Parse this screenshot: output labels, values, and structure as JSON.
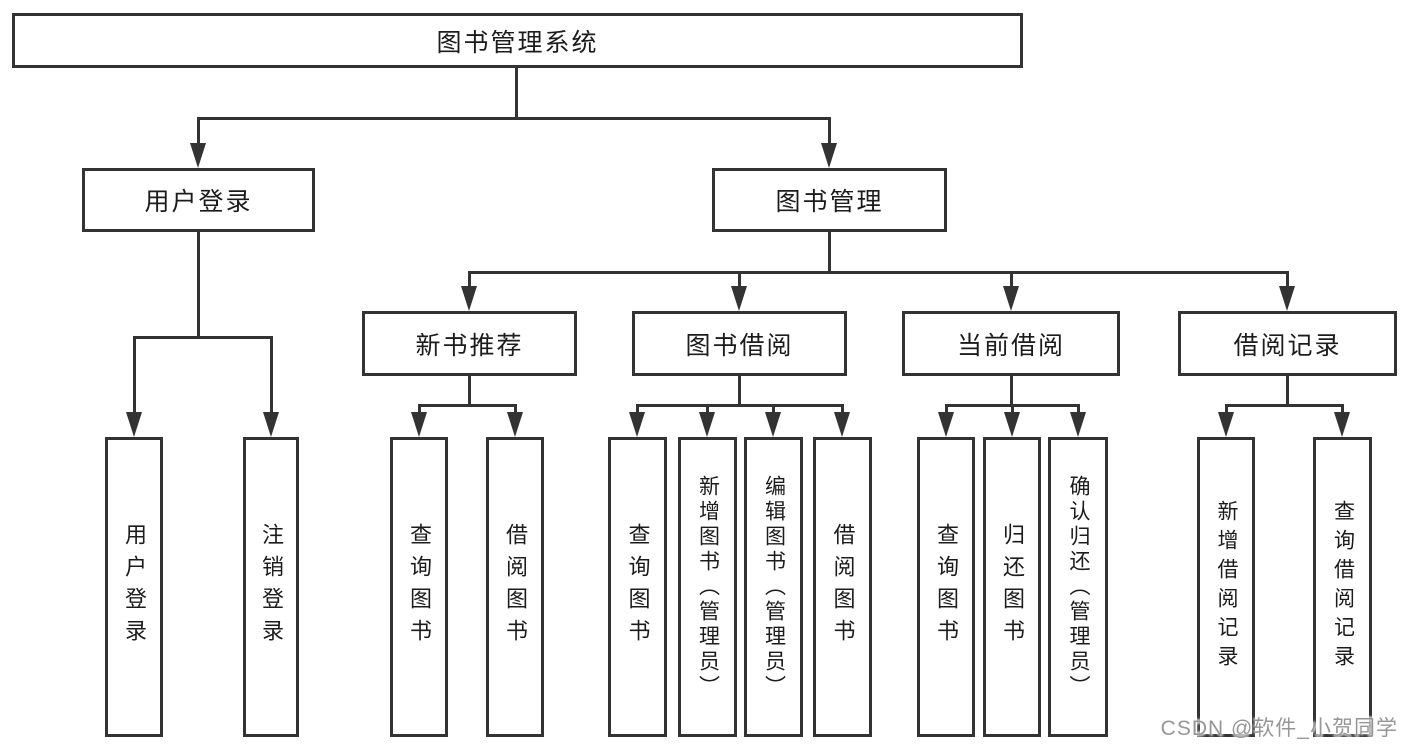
{
  "diagram": {
    "nodes": {
      "root": "图书管理系统",
      "level2": [
        "用户登录",
        "图书管理"
      ],
      "level3": [
        "新书推荐",
        "图书借阅",
        "当前借阅",
        "借阅记录"
      ],
      "leaves_user_login": [
        "用户登录",
        "注销登录"
      ],
      "leaves_new_book": [
        "查询图书",
        "借阅图书"
      ],
      "leaves_book_borrow": [
        "查询图书",
        "新增图书（管理员）",
        "编辑图书（管理员）",
        "借阅图书"
      ],
      "leaves_current_borrow": [
        "查询图书",
        "归还图书",
        "确认归还（管理员）"
      ],
      "leaves_borrow_record": [
        "新增借阅记录",
        "查询借阅记录"
      ]
    },
    "colors": {
      "line": "#333333",
      "text": "#1c1c1c",
      "background": "#ffffff",
      "watermark": "#969696"
    },
    "watermark": "CSDN @软件_小贺同学"
  }
}
